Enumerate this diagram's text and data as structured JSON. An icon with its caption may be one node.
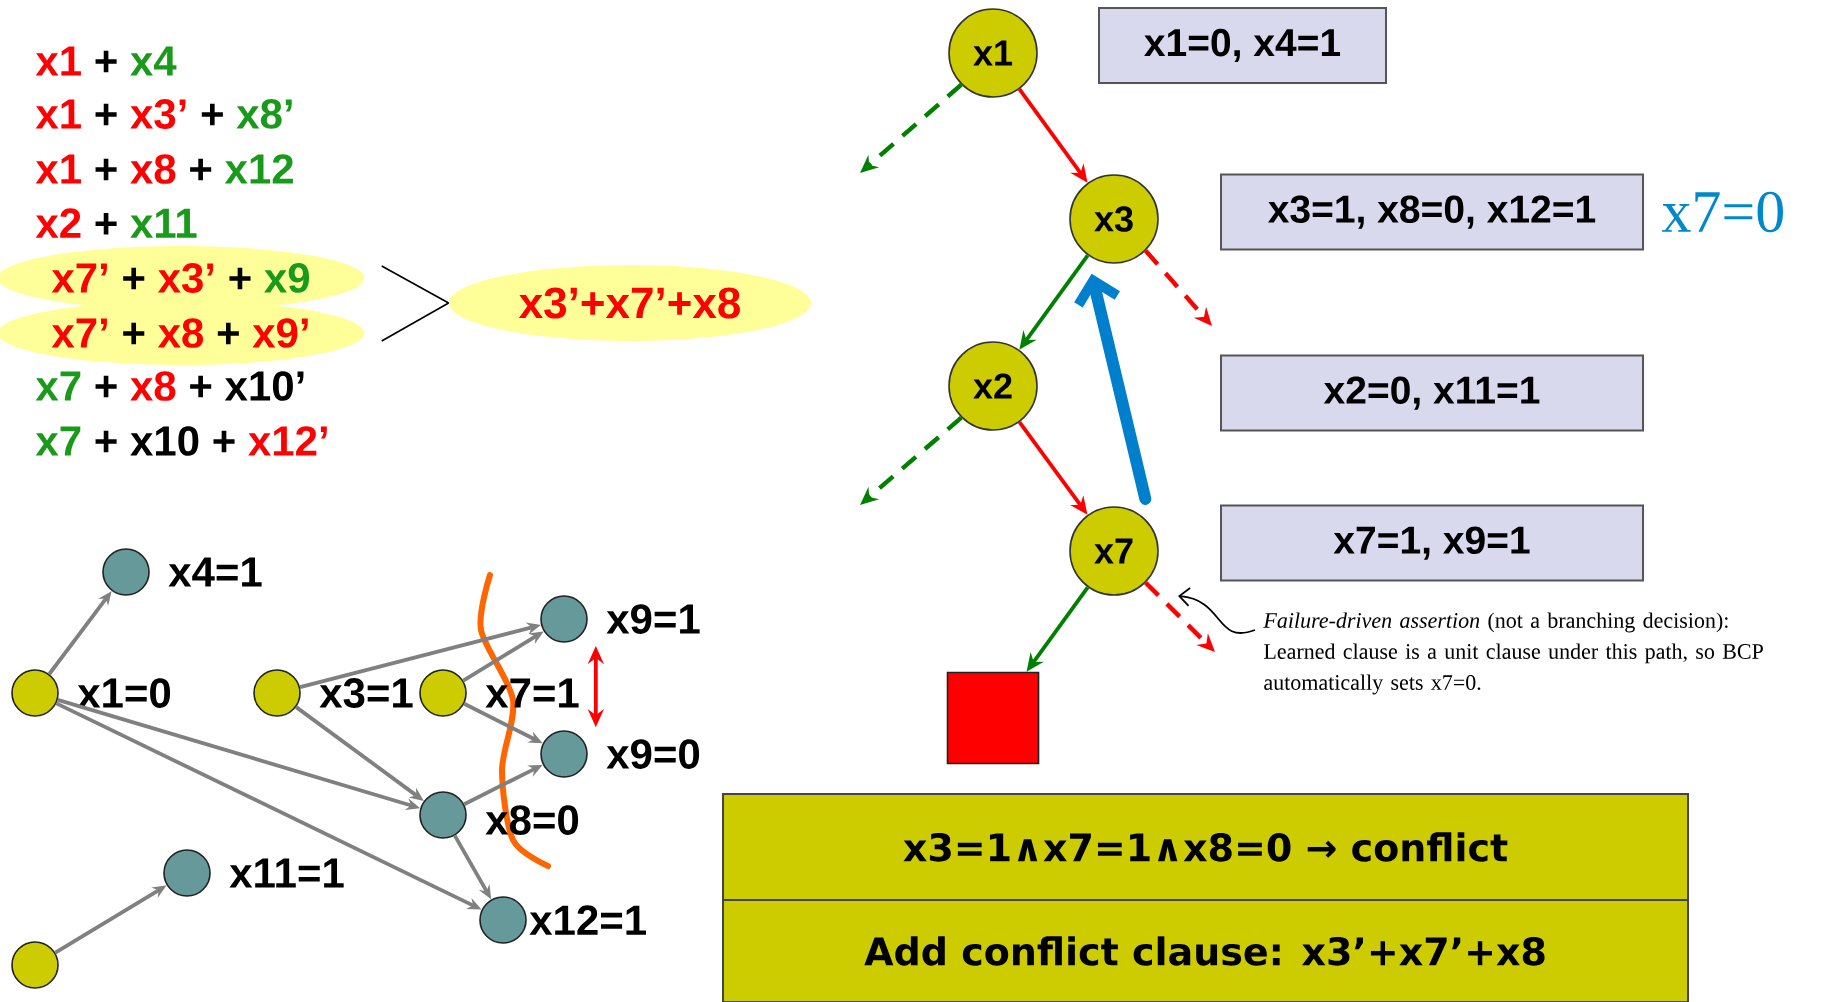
{
  "diagram": {
    "nodes": [
      {
        "text": [
          "x7’",
          "+",
          "x3’",
          "+",
          "x9"
        ]
      },
      {
        "text": [
          "x7’",
          "+",
          "x8",
          "+",
          "x9’"
        ]
      },
      {
        "text": [
          "x3’+x7’+x8"
        ]
      },
      {
        "text": [
          "x1"
        ]
      },
      {
        "text": [
          "x1=0, x4=1"
        ]
      },
      {
        "text": [
          "x3"
        ]
      },
      {
        "text": [
          "x3=1, x8=0, x12=1"
        ],
        "beside": [
          "x7=0"
        ]
      },
      {
        "text": [
          "x2"
        ]
      },
      {
        "text": [
          "x2=0, x11=1"
        ]
      },
      {
        "text": [
          "x7"
        ]
      },
      {
        "text": [
          "x7=1, x9=1"
        ]
      },
      {
        "text": [],
        "shape": "box"
      },
      {
        "text": [
          "*Failure-driven assertion* (not a branching decision): Learned clause is a unit clause under this path, so BCP automatically sets x7=0."
        ]
      },
      {
        "text": [],
        "shape": "circle",
        "beside": [
          "x4=1"
        ]
      },
      {
        "text": [],
        "shape": "circle",
        "beside": [
          "x1=0"
        ]
      },
      {
        "text": [],
        "shape": "circle",
        "beside": [
          "x3=1"
        ]
      },
      {
        "text": [],
        "shape": "circle",
        "beside": [
          "x7=1"
        ]
      },
      {
        "text": [],
        "shape": "circle",
        "beside": [
          "x9=1"
        ]
      },
      {
        "text": [],
        "shape": "circle",
        "beside": [
          "x9=0"
        ]
      },
      {
        "text": [],
        "shape": "circle",
        "beside": [
          "x8=0"
        ]
      },
      {
        "text": [],
        "shape": "circle",
        "beside": [
          "x11=1"
        ]
      },
      {
        "text": [],
        "shape": "circle",
        "beside": [
          "x12=1"
        ]
      },
      {
        "text": [],
        "shape": "circle"
      },
      {
        "text": [
          "x3=1∧x7=1∧x8=0 → conflict"
        ]
      },
      {
        "text": [
          "Add conflict clause: x3’+x7’+x8"
        ]
      }
    ],
    "edges": [
      {
        "from": 0,
        "to": 2,
        "arrow": "none",
        "color": "#000000"
      },
      {
        "from": 1,
        "to": 2,
        "arrow": "none",
        "color": "#000000"
      },
      {
        "from": 3,
        "to": 5,
        "arrow": "to",
        "color": "#ff0000"
      },
      {
        "from": 3,
        "to": null,
        "arrow": "to",
        "style": "dashed",
        "color": "#008000"
      },
      {
        "from": 5,
        "to": 7,
        "arrow": "to",
        "color": "#008000"
      },
      {
        "from": 5,
        "to": null,
        "arrow": "to",
        "style": "dashed",
        "color": "#ff0000"
      },
      {
        "from": 7,
        "to": 9,
        "arrow": "to",
        "color": "#ff0000"
      },
      {
        "from": 7,
        "to": null,
        "arrow": "to",
        "style": "dashed",
        "color": "#008000"
      },
      {
        "from": 9,
        "to": 11,
        "arrow": "to",
        "color": "#008000"
      },
      {
        "from": 9,
        "to": null,
        "arrow": "to",
        "style": "dashed",
        "color": "#ff0000"
      },
      {
        "from": 9,
        "to": 5,
        "arrow": "to",
        "style": "thick",
        "color": "#0080cc"
      },
      {
        "from": 12,
        "to": null,
        "arrow": "to",
        "color": "#000000"
      },
      {
        "from": 14,
        "to": 13,
        "arrow": "to"
      },
      {
        "from": 14,
        "to": 19,
        "arrow": "to"
      },
      {
        "from": 14,
        "to": 21,
        "arrow": "to"
      },
      {
        "from": 15,
        "to": 17,
        "arrow": "to"
      },
      {
        "from": 15,
        "to": 19,
        "arrow": "to"
      },
      {
        "from": 16,
        "to": 17,
        "arrow": "to"
      },
      {
        "from": 16,
        "to": 18,
        "arrow": "to"
      },
      {
        "from": 19,
        "to": 18,
        "arrow": "to"
      },
      {
        "from": 19,
        "to": 21,
        "arrow": "to"
      },
      {
        "from": 22,
        "to": 20,
        "arrow": "to"
      },
      {
        "from": 17,
        "to": 18,
        "arrow": "both",
        "color": "#ff0000"
      }
    ],
    "labels": [
      "x1",
      "+",
      "x4",
      "x1",
      "+",
      "x3’",
      "+",
      "x8’",
      "x1",
      "+",
      "x8",
      "+",
      "x12",
      "x2",
      "+",
      "x11",
      "x7",
      "+",
      "x8",
      "+",
      "x10’",
      "x7",
      "+",
      "x10",
      "+",
      "x12’"
    ]
  }
}
